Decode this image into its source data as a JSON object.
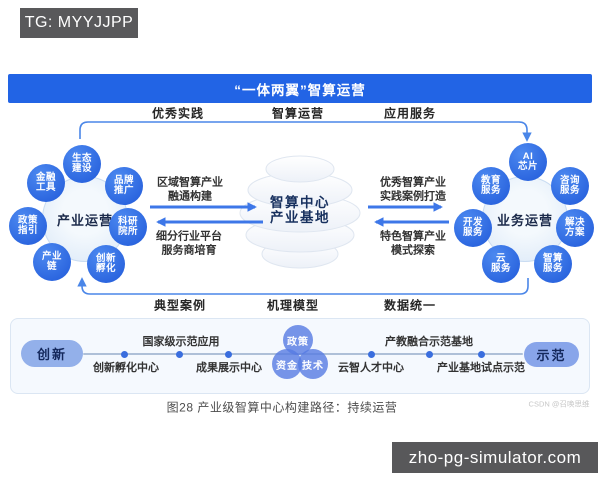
{
  "badges": {
    "tg": "TG: MYYJJPP",
    "site_watermark": "zho-pg-simulator.com",
    "csdn_watermark": "CSDN @召唤思维"
  },
  "banner": {
    "title": "“一体两翼”智算运营"
  },
  "flow_top": {
    "labels": [
      "优秀实践",
      "智算运营",
      "应用服务"
    ]
  },
  "flow_bottom": {
    "labels": [
      "典型案例",
      "机理模型",
      "数据统一"
    ]
  },
  "left_cluster": {
    "center_label": "产业运营",
    "nodes": [
      {
        "label": "生态\n建设"
      },
      {
        "label": "品牌\n推广"
      },
      {
        "label": "科研\n院所"
      },
      {
        "label": "创新\n孵化"
      },
      {
        "label": "产业\n链"
      },
      {
        "label": "政策\n指引"
      },
      {
        "label": "金融\n工具"
      }
    ]
  },
  "right_cluster": {
    "center_label": "业务运营",
    "nodes": [
      {
        "label": "AI\n芯片"
      },
      {
        "label": "咨询\n服务"
      },
      {
        "label": "解决\n方案"
      },
      {
        "label": "智算\n服务"
      },
      {
        "label": "云\n服务"
      },
      {
        "label": "开发\n服务"
      },
      {
        "label": "教育\n服务"
      }
    ]
  },
  "core": {
    "label": "智算中心\n产业基地"
  },
  "exchanges": {
    "left_to_core": "区域智算产业\n融通构建",
    "core_to_left": "细分行业平台\n服务商培育",
    "core_to_right": "优秀智算产业\n实践案例打造",
    "right_to_core": "特色智算产业\n模式探索"
  },
  "roadmap": {
    "start_label": "创新",
    "end_label": "示范",
    "milestones": [
      {
        "label": "创新孵化中心"
      },
      {
        "label": "国家级示范应用"
      },
      {
        "label": "成果展示中心"
      },
      {
        "label": "云智人才中心"
      },
      {
        "label": "产教融合示范基地"
      },
      {
        "label": "产业基地试点示范"
      }
    ],
    "venn": [
      {
        "label": "政策"
      },
      {
        "label": "资金"
      },
      {
        "label": "技术"
      }
    ]
  },
  "caption": {
    "text": "图28 产业级智算中心构建路径：持续运营"
  },
  "colors": {
    "primary_blue": "#2264e5",
    "node_blue": "#2e6ee6",
    "arrow_blue": "#3d77e8",
    "hub_light": "#dce9f8",
    "pill_light": "#93b0ea"
  }
}
